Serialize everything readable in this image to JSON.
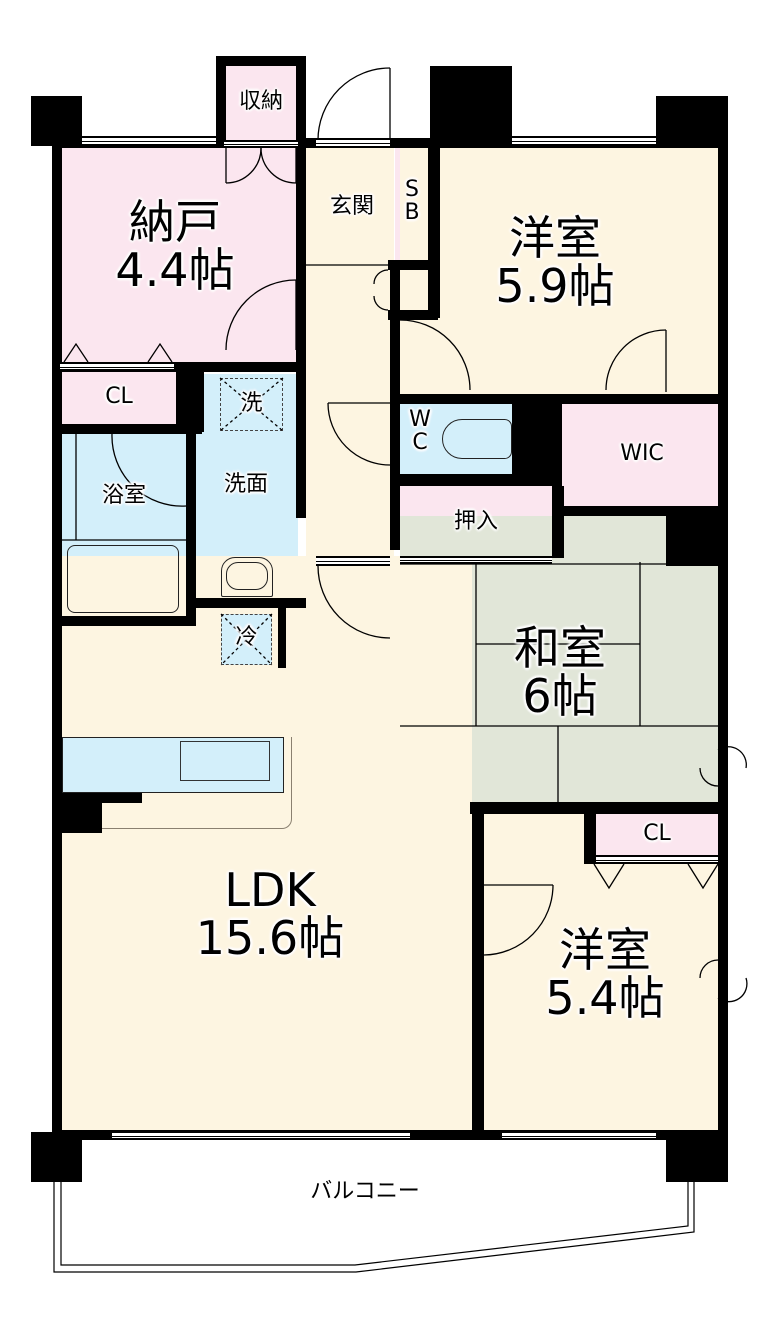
{
  "floorplan": {
    "rooms": {
      "storage_room": {
        "name": "納戸",
        "size": "4.4帖"
      },
      "storage_top": {
        "name": "収納"
      },
      "entrance": {
        "name": "玄関"
      },
      "shoe_box": {
        "name": "S\nB",
        "line1": "S",
        "line2": "B"
      },
      "western_room_1": {
        "name": "洋室",
        "size": "5.9帖"
      },
      "closet_1": {
        "name": "CL"
      },
      "bathroom": {
        "name": "浴室"
      },
      "washroom": {
        "name": "洗面"
      },
      "washer_space": {
        "name": "洗"
      },
      "fridge_space": {
        "name": "冷"
      },
      "toilet": {
        "line1": "W",
        "line2": "C"
      },
      "walk_in_closet": {
        "name": "WIC"
      },
      "oshiire": {
        "name": "押入"
      },
      "japanese_room": {
        "name": "和室",
        "size": "6帖"
      },
      "ldk": {
        "name": "LDK",
        "size": "15.6帖"
      },
      "closet_2": {
        "name": "CL"
      },
      "western_room_2": {
        "name": "洋室",
        "size": "5.4帖"
      },
      "balcony": {
        "name": "バルコニー"
      }
    },
    "colors": {
      "storage": "#fbe6ef",
      "living": "#fdf5e1",
      "wet_area": "#d3effa",
      "tatami": "#e1e6d8",
      "wall": "#000000"
    }
  }
}
